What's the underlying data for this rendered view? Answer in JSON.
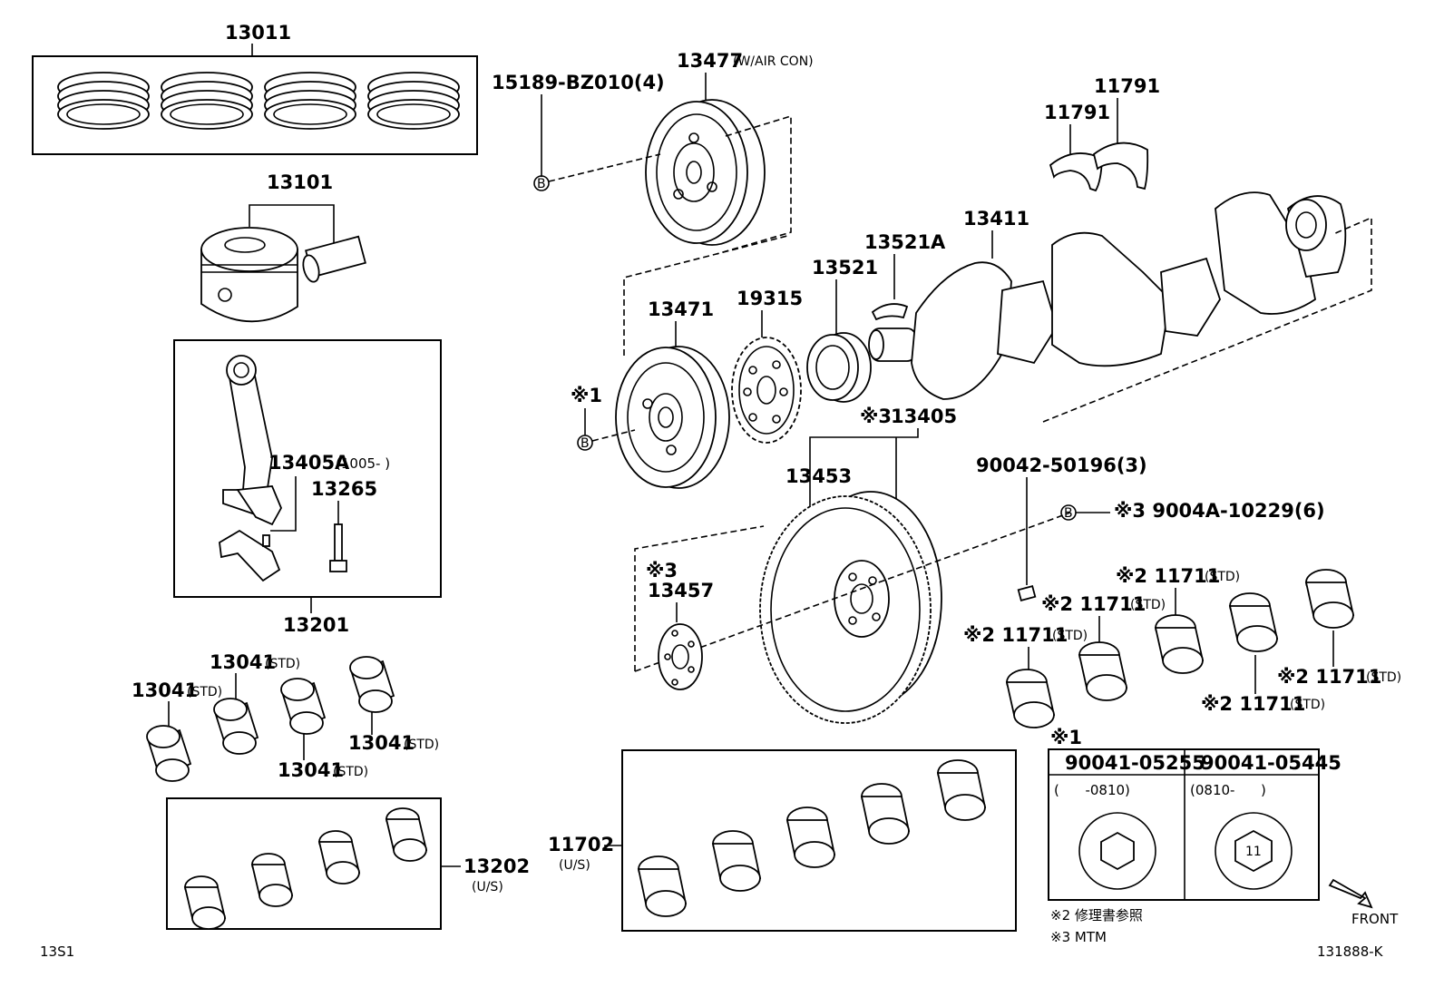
{
  "diagram": {
    "doc_code": "13S1",
    "fig_code": "131888-K",
    "front_label": "FRONT",
    "callouts": {
      "p13011": "13011",
      "p13101": "13101",
      "p13201": "13201",
      "p13405A": "13405A",
      "p13405A_range": "(1005-    )",
      "p13265": "13265",
      "p13041_a": "13041",
      "p13041_a_note": "(STD)",
      "p13041_b": "13041",
      "p13041_b_note": "(STD)",
      "p13041_c": "13041",
      "p13041_c_note": "(STD)",
      "p13041_d": "13041",
      "p13041_d_note": "(STD)",
      "p13202": "13202",
      "p13202_note": "(U/S)",
      "p13477": "13477",
      "p13477_note": "(W/AIR CON)",
      "p15189": "15189-BZ010(4)",
      "p11791_a": "11791",
      "p11791_b": "11791",
      "p13411": "13411",
      "p13521A": "13521A",
      "p13521": "13521",
      "p19315": "19315",
      "p13471": "13471",
      "p13405_mark": "※3",
      "p13405": "13405",
      "p13453": "13453",
      "p90042": "90042-50196(3)",
      "p9004A": "※3 9004A-10229(6)",
      "p13457_mark": "※3",
      "p13457": "13457",
      "mark1": "※1",
      "p11711_1": "※2 11711",
      "p11711_1_note": "(STD)",
      "p11711_2": "※2 11711",
      "p11711_2_note": "(STD)",
      "p11711_3": "※2 11711",
      "p11711_3_note": "(STD)",
      "p11711_4": "※2 11711",
      "p11711_4_note": "(STD)",
      "p11711_5": "※2 11711",
      "p11711_5_note": "(STD)",
      "p11702": "11702",
      "p11702_note": "(U/S)",
      "ref_b": "B"
    },
    "variant_table": {
      "mark": "※1",
      "columns": [
        "90041-05255",
        "90041-05445"
      ],
      "ranges": [
        "(      -0810)",
        "(0810-      )"
      ],
      "bolt_size_label": "11"
    },
    "footnotes": [
      "※2 修理書参照",
      "※3 MTM"
    ]
  }
}
